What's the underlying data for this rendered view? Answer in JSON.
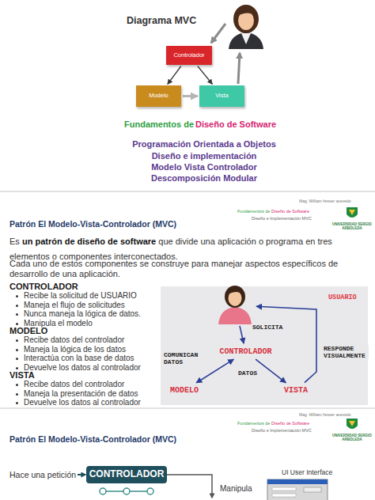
{
  "diagram": {
    "title": "Diagrama MVC",
    "nodes": [
      {
        "text": [
          "Controlador"
        ]
      },
      {
        "text": [
          "Modelo"
        ]
      },
      {
        "text": [
          "Vista"
        ]
      },
      {
        "text": [
          "USUARIO"
        ]
      },
      {
        "text": [
          "CONTROLADOR"
        ]
      },
      {
        "text": [
          "MODELO"
        ]
      },
      {
        "text": [
          "VISTA"
        ]
      },
      {
        "text": [
          "CONTROLADOR"
        ]
      }
    ],
    "edges": [
      {
        "from": 0,
        "to": 1,
        "arrow": "to"
      },
      {
        "from": 0,
        "to": 2,
        "arrow": "to"
      },
      {
        "from": 1,
        "to": 2,
        "arrow": "to"
      },
      {
        "from": 3,
        "to": 4,
        "label": "SOLICITA",
        "arrow": "to"
      },
      {
        "from": 4,
        "to": 5,
        "label": "COMUNICAN DATOS",
        "arrow": "both"
      },
      {
        "from": 4,
        "to": 6,
        "label": "DATOS",
        "arrow": "to"
      },
      {
        "from": 6,
        "to": 3,
        "label": "RESPONDE VISUALMENTE",
        "arrow": "to"
      }
    ],
    "labels": [
      "Fundamentos de",
      "Diseño de Software",
      "Programación Orientada a Objetos",
      "Diseño e implementación",
      "Modelo Vista Controlador",
      "Descomposición Modular",
      "Mag. William fresser acevedo",
      "Patrón El Modelo-Vista-Controlador (MVC)",
      "Fundamentos de",
      "Diseño de Software",
      "Diseño e Implementación MVC",
      "UNIVERSIDAD SERGIO ARBOLEDA",
      "Es",
      "un patrón de diseño de software",
      "que divide una aplicación o programa en tres elementos o componentes interconectados.",
      "Cada uno de estos componentes se construye para manejar aspectos específicos de desarrollo de una aplicación.",
      "CONTROLADOR",
      "Recibe la solicitud de USUARIO",
      "Maneja el flujo de solicitudes",
      "Nunca maneja la lógica de datos.",
      "Manipula el modelo",
      "MODELO",
      "Recibe datos del controlador",
      "Maneja la lógica de los datos",
      "Interactúa con la base de datos",
      "Devuelve los datos al controlador",
      "VISTA",
      "Recibe datos del controlador",
      "Maneja la presentación de datos",
      "Devuelve los datos al controlador",
      "Mag. William fresser acevedo",
      "Patrón El Modelo-Vista-Controlador (MVC)",
      "Fundamentos de",
      "Diseño de Software",
      "Diseño e Implementación MVC",
      "UNIVERSIDAD SERGIO ARBOLEDA",
      "Hace una petición",
      "UI User Interface",
      "Manipula"
    ]
  }
}
